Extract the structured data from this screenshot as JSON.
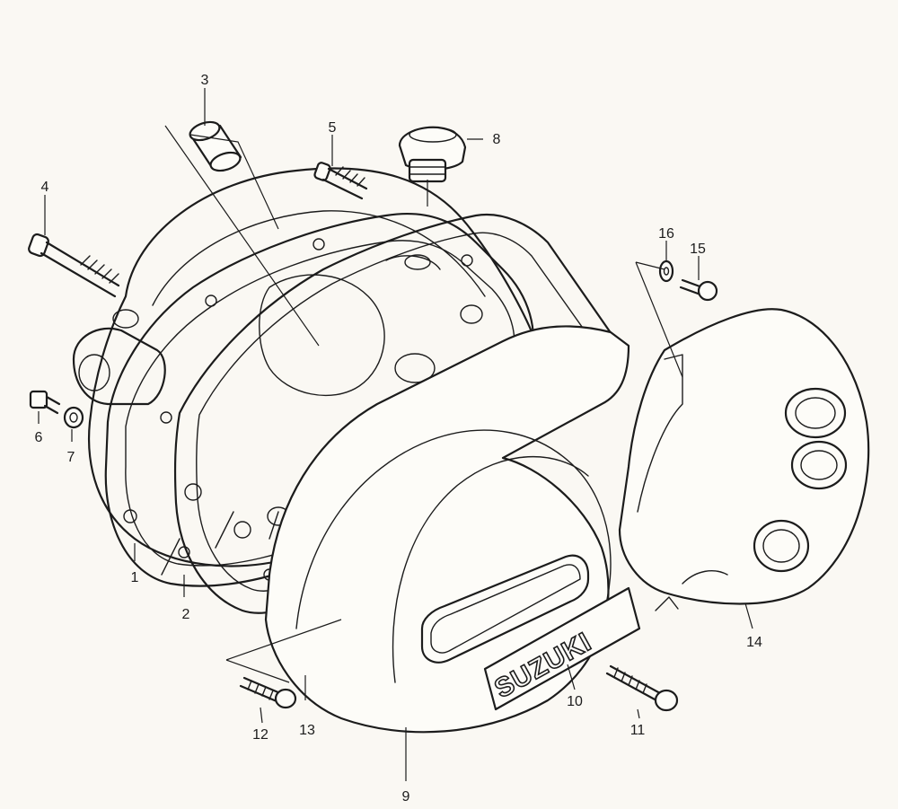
{
  "brand_plate": "SUZUKI",
  "callouts": {
    "c1": "1",
    "c2": "2",
    "c3": "3",
    "c4": "4",
    "c5": "5",
    "c6": "6",
    "c7": "7",
    "c8": "8",
    "c9": "9",
    "c10": "10",
    "c11": "11",
    "c12": "12",
    "c13": "13",
    "c14": "14",
    "c15": "15",
    "c16": "16"
  }
}
